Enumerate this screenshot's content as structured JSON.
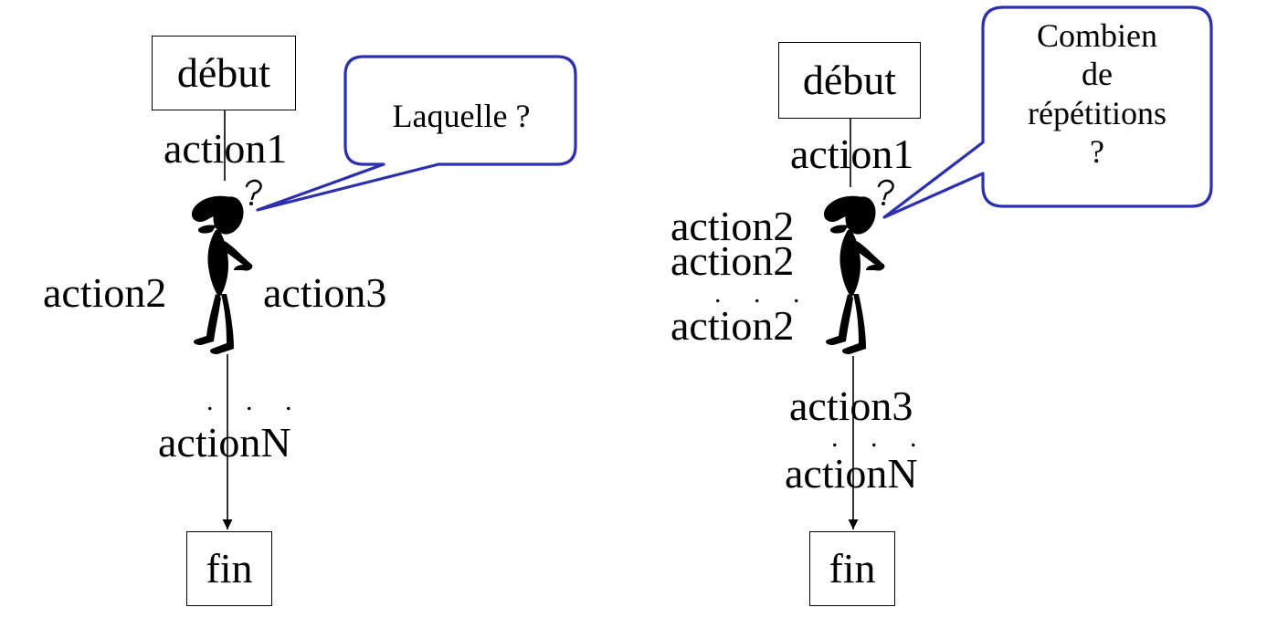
{
  "colors": {
    "line": "#000000",
    "bubble_stroke": "#2b2fb0",
    "bubble_fill": "#ffffff",
    "figure": "#000000"
  },
  "left_diagram": {
    "start_label": "début",
    "action1": "action1",
    "action2": "action2",
    "action3": "action3",
    "dots": ". . .",
    "actionN": "actionN",
    "end_label": "fin",
    "bubble": {
      "text": "Laquelle ?"
    },
    "figure_icon": "thinking-person-icon"
  },
  "right_diagram": {
    "start_label": "début",
    "action1": "action1",
    "repeat_action_1": "action2",
    "repeat_action_2": "action2",
    "repeat_dots": ". . .",
    "repeat_action_3": "action2",
    "action3": "action3",
    "dots": ". . .",
    "actionN": "actionN",
    "end_label": "fin",
    "bubble": {
      "line1": "Combien",
      "line2": "de",
      "line3": "répétitions",
      "line4": "?"
    },
    "figure_icon": "thinking-person-icon"
  }
}
